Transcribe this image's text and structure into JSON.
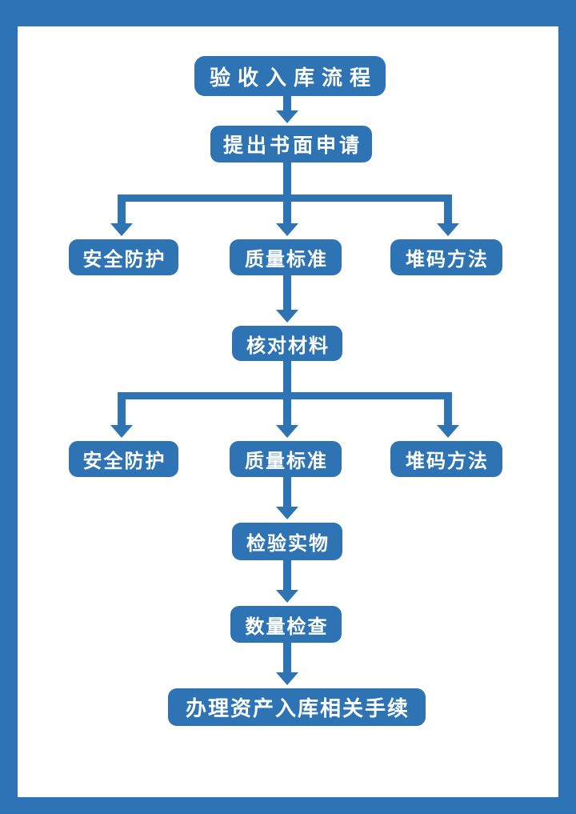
{
  "colors": {
    "accent": "#2e74b5",
    "frame": "#2e73b5",
    "bg": "#ffffff",
    "text": "#ffffff"
  },
  "flowchart": {
    "nodes": {
      "title": "验收入库流程",
      "apply": "提出书面申请",
      "branch1_left": "安全防护",
      "branch1_mid": "质量标准",
      "branch1_right": "堆码方法",
      "check_materials": "核对材料",
      "branch2_left": "安全防护",
      "branch2_mid": "质量标准",
      "branch2_right": "堆码方法",
      "inspect_items": "检验实物",
      "quantity_check": "数量检查",
      "final": "办理资产入库相关手续"
    },
    "edges": [
      {
        "from": "title",
        "to": "apply"
      },
      {
        "from": "apply",
        "to": "branch1_left"
      },
      {
        "from": "apply",
        "to": "branch1_mid"
      },
      {
        "from": "apply",
        "to": "branch1_right"
      },
      {
        "from": "branch1_mid",
        "to": "check_materials"
      },
      {
        "from": "check_materials",
        "to": "branch2_left"
      },
      {
        "from": "check_materials",
        "to": "branch2_mid"
      },
      {
        "from": "check_materials",
        "to": "branch2_right"
      },
      {
        "from": "branch2_mid",
        "to": "inspect_items"
      },
      {
        "from": "inspect_items",
        "to": "quantity_check"
      },
      {
        "from": "quantity_check",
        "to": "final"
      }
    ]
  }
}
